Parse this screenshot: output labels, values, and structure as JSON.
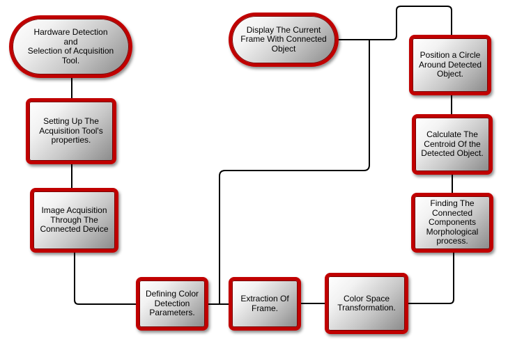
{
  "diagram": {
    "nodes": [
      {
        "id": "hardware-detection",
        "label": "Hardware Detection\nand\nSelection of Acquisition\nTool."
      },
      {
        "id": "setup-properties",
        "label": "Setting Up The\nAcquisition Tool's\nproperties."
      },
      {
        "id": "image-acquisition",
        "label": "Image Acquisition\nThrough The\nConnected Device"
      },
      {
        "id": "color-params",
        "label": "Defining Color\nDetection\nParameters."
      },
      {
        "id": "extract-frame",
        "label": "Extraction Of\nFrame."
      },
      {
        "id": "color-space",
        "label": "Color Space\nTransformation."
      },
      {
        "id": "connected-components",
        "label": "Finding The\nConnected\nComponents\nMorphological\nprocess."
      },
      {
        "id": "centroid",
        "label": "Calculate The\nCentroid Of the\nDetected Object."
      },
      {
        "id": "position-circle",
        "label": "Position a Circle\nAround Detected\nObject."
      },
      {
        "id": "display-frame",
        "label": "Display The Current\nFrame With Connected\nObject"
      }
    ]
  }
}
